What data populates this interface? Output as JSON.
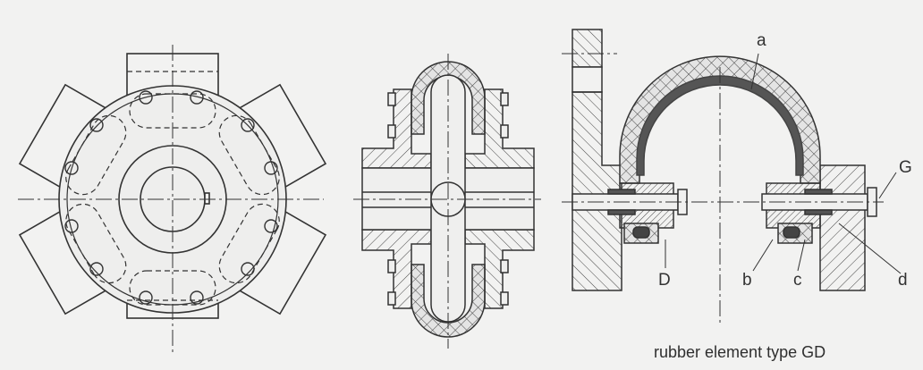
{
  "figure": {
    "caption": "rubber element type GD",
    "views": [
      {
        "id": "front-view",
        "description": "Front view of coupling with six rubber element blocks and 12 bolts"
      },
      {
        "id": "section-view",
        "description": "Longitudinal section through coupling"
      },
      {
        "id": "detail-view",
        "description": "Detail section of rubber element type GD"
      }
    ],
    "labels": {
      "a": "a",
      "G": "G",
      "D": "D",
      "b": "b",
      "c": "c",
      "d": "d"
    },
    "colors": {
      "background": "#f2f2f1",
      "line": "#3a3a3a",
      "rubber_dark": "#555555"
    }
  }
}
